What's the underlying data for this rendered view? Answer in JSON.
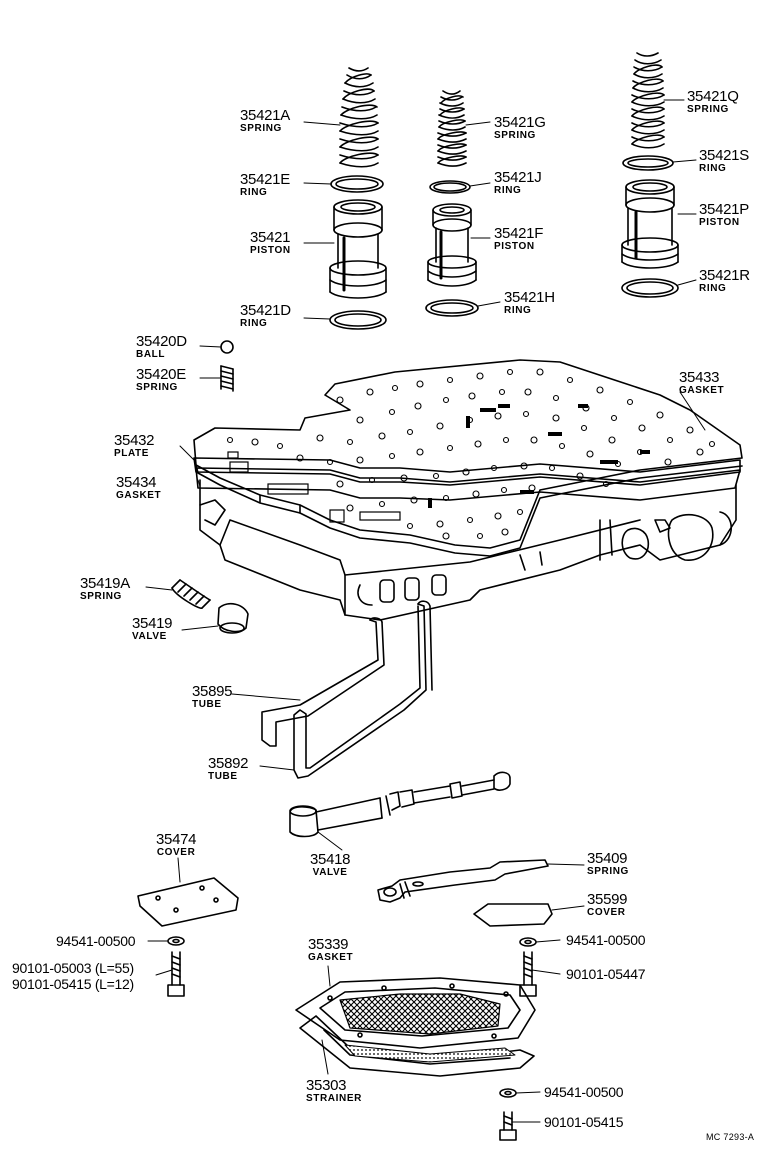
{
  "parts": {
    "p35421A": {
      "number": "35421A",
      "name": "SPRING"
    },
    "p35421G": {
      "number": "35421G",
      "name": "SPRING"
    },
    "p35421Q": {
      "number": "35421Q",
      "name": "SPRING"
    },
    "p35421E": {
      "number": "35421E",
      "name": "RING"
    },
    "p35421J": {
      "number": "35421J",
      "name": "RING"
    },
    "p35421S": {
      "number": "35421S",
      "name": "RING"
    },
    "p35421": {
      "number": "35421",
      "name": "PISTON"
    },
    "p35421F": {
      "number": "35421F",
      "name": "PISTON"
    },
    "p35421P": {
      "number": "35421P",
      "name": "PISTON"
    },
    "p35421D": {
      "number": "35421D",
      "name": "RING"
    },
    "p35421H": {
      "number": "35421H",
      "name": "RING"
    },
    "p35421R": {
      "number": "35421R",
      "name": "RING"
    },
    "p35420D": {
      "number": "35420D",
      "name": "BALL"
    },
    "p35420E": {
      "number": "35420E",
      "name": "SPRING"
    },
    "p35433": {
      "number": "35433",
      "name": "GASKET"
    },
    "p35432": {
      "number": "35432",
      "name": "PLATE"
    },
    "p35434": {
      "number": "35434",
      "name": "GASKET"
    },
    "p35419A": {
      "number": "35419A",
      "name": "SPRING"
    },
    "p35419": {
      "number": "35419",
      "name": "VALVE"
    },
    "p35895": {
      "number": "35895",
      "name": "TUBE"
    },
    "p35892": {
      "number": "35892",
      "name": "TUBE"
    },
    "p35474": {
      "number": "35474",
      "name": "COVER"
    },
    "p35418": {
      "number": "35418",
      "name": "VALVE"
    },
    "p35409": {
      "number": "35409",
      "name": "SPRING"
    },
    "p35599": {
      "number": "35599",
      "name": "COVER"
    },
    "p35339": {
      "number": "35339",
      "name": "GASKET"
    },
    "p35303": {
      "number": "35303",
      "name": "STRAINER"
    }
  },
  "fasteners": {
    "washer_left": "94541-00500",
    "bolt_left_1": "90101-05003 (L=55)",
    "bolt_left_2": "90101-05415 (L=12)",
    "washer_right": "94541-00500",
    "bolt_right": "90101-05447",
    "washer_bottom": "94541-00500",
    "bolt_bottom": "90101-05415"
  },
  "footer_code": "MC 7293-A"
}
